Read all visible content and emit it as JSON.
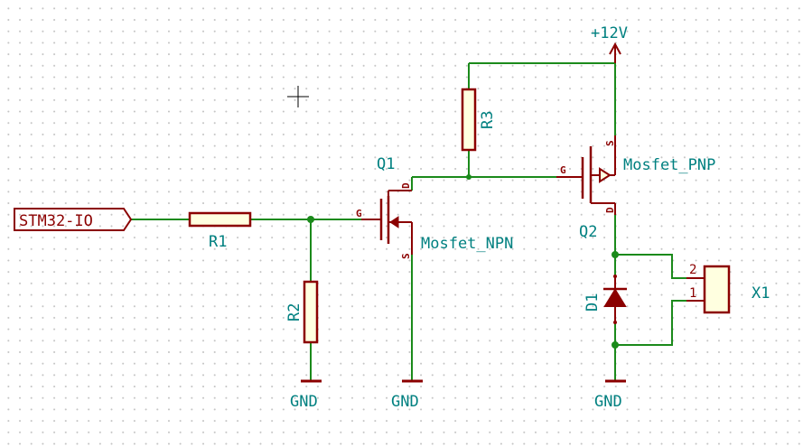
{
  "title": "",
  "port": {
    "label": "STM32-IO"
  },
  "power": {
    "label": "+12V"
  },
  "grounds": [
    "GND",
    "GND",
    "GND"
  ],
  "resistors": [
    {
      "ref": "R1"
    },
    {
      "ref": "R2"
    },
    {
      "ref": "R3"
    }
  ],
  "mosfets": [
    {
      "ref": "Q1",
      "value": "Mosfet_NPN",
      "pins": {
        "gate": "G",
        "drain": "D",
        "source": "S"
      }
    },
    {
      "ref": "Q2",
      "value": "Mosfet_PNP",
      "pins": {
        "gate": "G",
        "drain": "D",
        "source": "S"
      }
    }
  ],
  "diode": {
    "ref": "D1"
  },
  "connector": {
    "ref": "X1",
    "pins": [
      "2",
      "1"
    ]
  },
  "colors": {
    "wire": "#1b8a1b",
    "component": "#8b0000",
    "label": "#008080",
    "body_fill": "#ffffe0"
  }
}
